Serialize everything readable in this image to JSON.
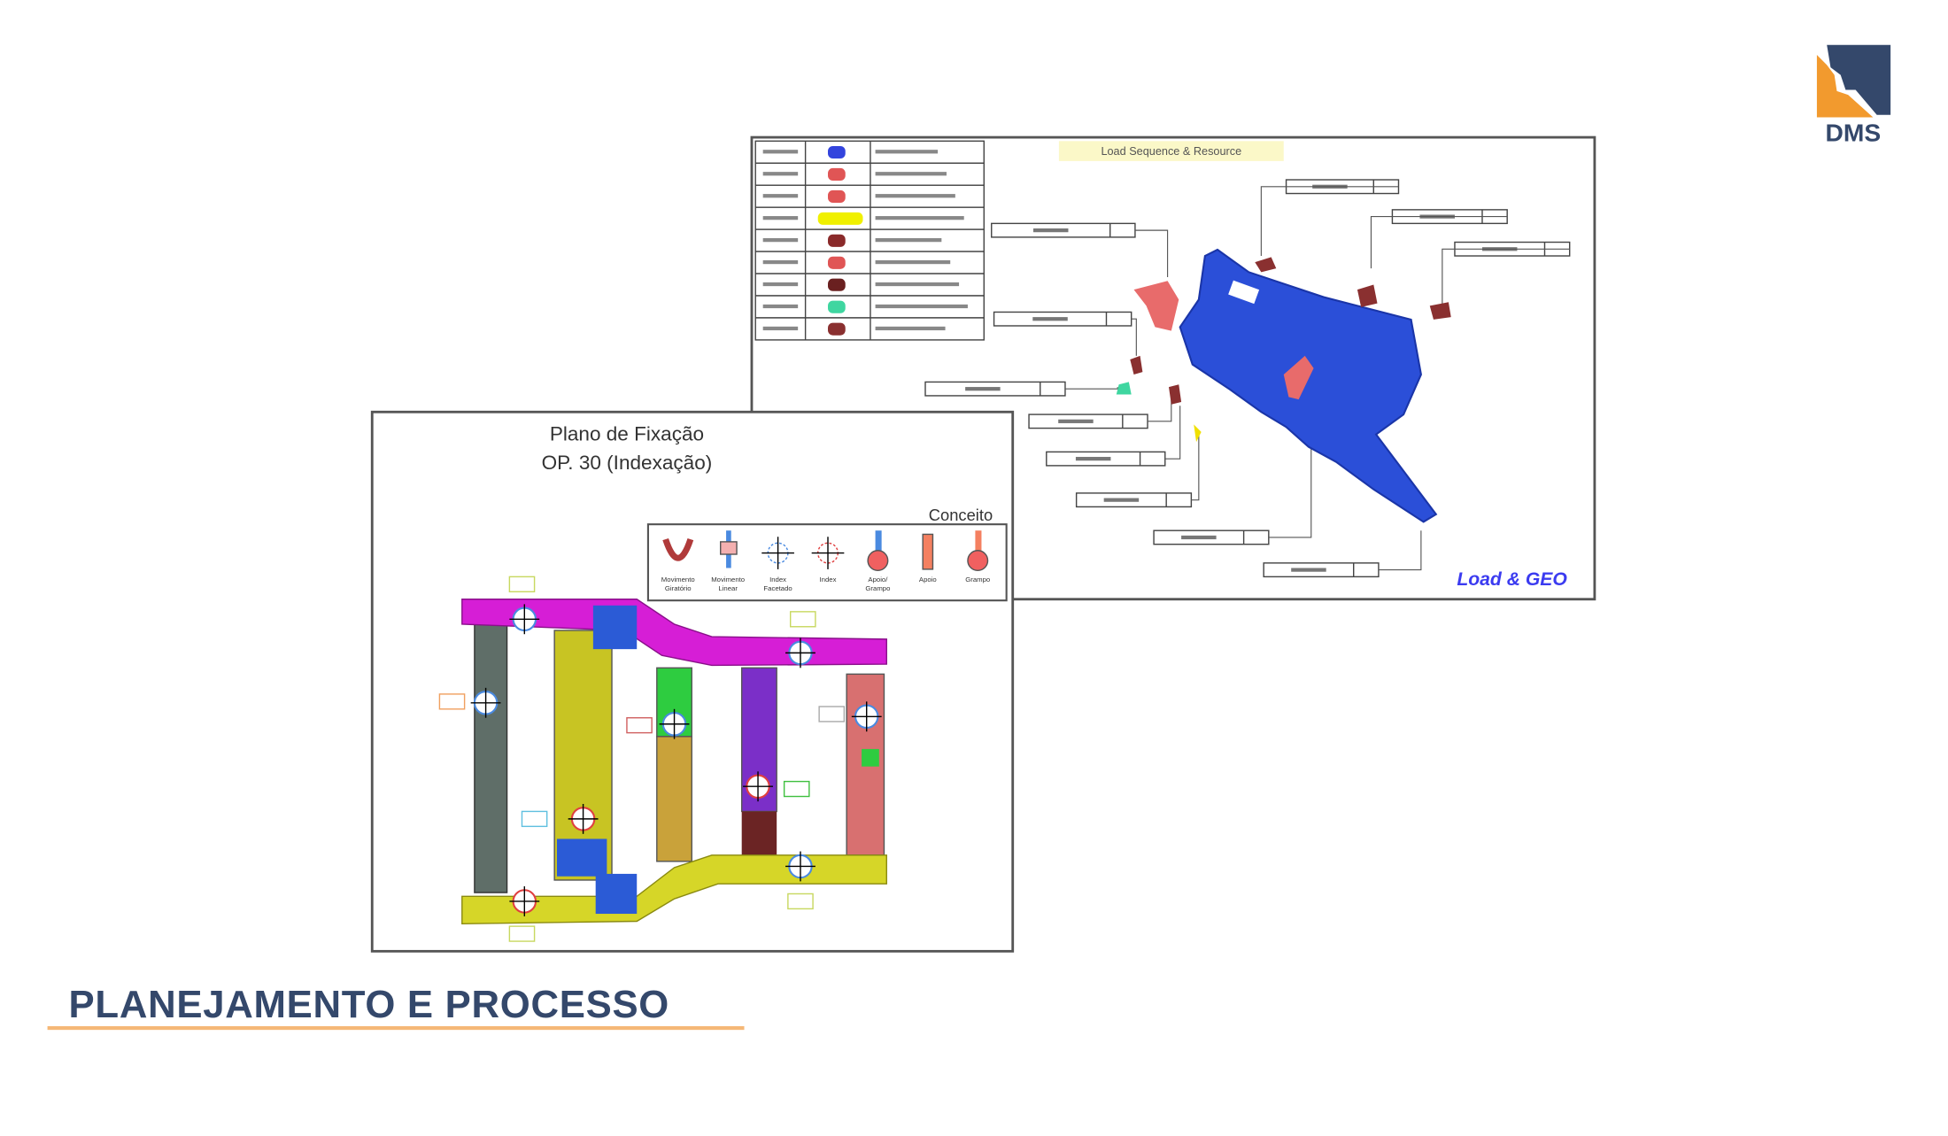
{
  "brand": {
    "logo_text": "DMS",
    "colors": {
      "navy": "#34486b",
      "orange": "#f29a2e"
    }
  },
  "slide": {
    "title": "PLANEJAMENTO E PROCESSO",
    "underline_color": "#f5b877"
  },
  "fixture_plan": {
    "title_line1": "Plano de Fixação",
    "title_line2": "OP. 30 (Indexação)",
    "legend_title": "Conceito",
    "legend": [
      {
        "icon": "rotary-motion-icon",
        "line1": "Movimento",
        "line2": "Giratório"
      },
      {
        "icon": "linear-motion-icon",
        "line1": "Movimento",
        "line2": "Linear"
      },
      {
        "icon": "faceted-index-icon",
        "line1": "Index",
        "line2": "Facetado"
      },
      {
        "icon": "index-icon",
        "line1": "Index",
        "line2": ""
      },
      {
        "icon": "support-clamp-icon",
        "line1": "Apoio/",
        "line2": "Grampo"
      },
      {
        "icon": "support-icon",
        "line1": "Apoio",
        "line2": ""
      },
      {
        "icon": "clamp-icon",
        "line1": "Grampo",
        "line2": ""
      }
    ]
  },
  "load_sequence": {
    "header": "Load Sequence & Resource",
    "footer": "Load & GEO",
    "accent": "#3b3bf0"
  }
}
